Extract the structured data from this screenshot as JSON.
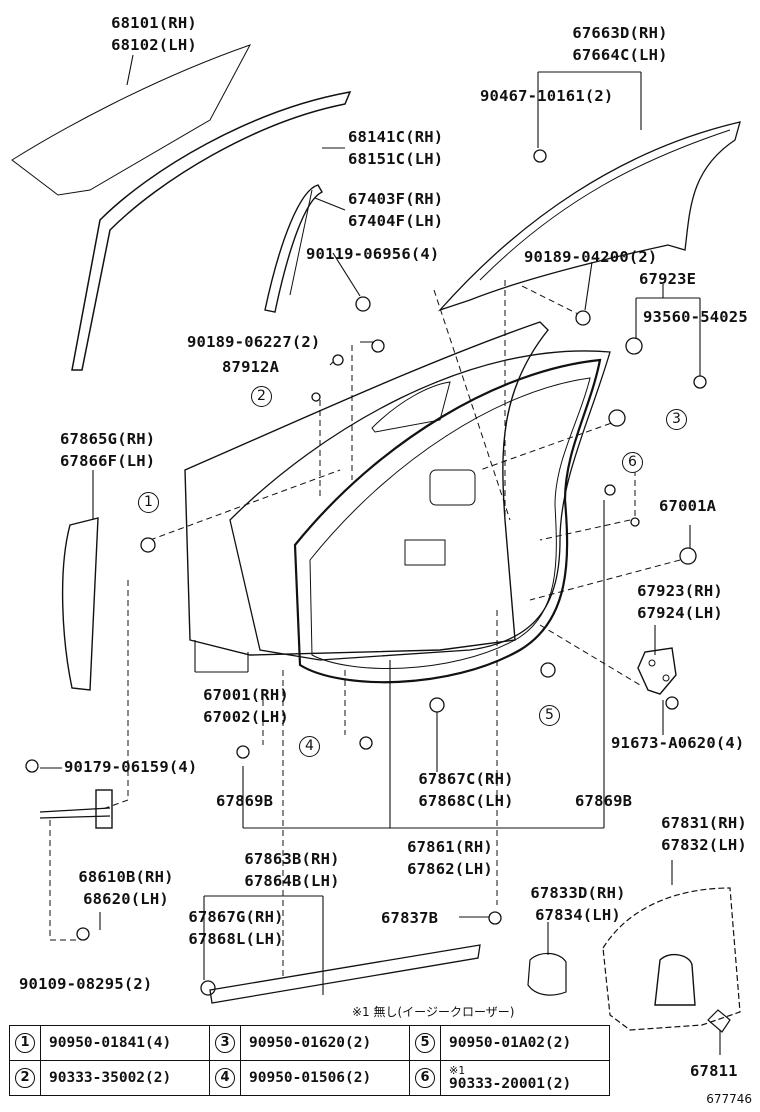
{
  "labels": [
    {
      "id": "front-door-glass",
      "lines": [
        "68101(RH)",
        "68102(LH)"
      ]
    },
    {
      "id": "door-glass-run",
      "lines": [
        "68141C(RH)",
        "68151C(LH)"
      ]
    },
    {
      "id": "door-window-frame-seal",
      "lines": [
        "67403F(RH)",
        "67404F(LH)"
      ]
    },
    {
      "id": "bolt-90119",
      "lines": [
        "90119-06956(4)"
      ]
    },
    {
      "id": "clip-90189-06227",
      "lines": [
        "90189-06227(2)"
      ]
    },
    {
      "id": "part-87912a",
      "lines": [
        "87912A"
      ]
    },
    {
      "id": "door-frame-garnish",
      "lines": [
        "67663D(RH)",
        "67664C(LH)"
      ]
    },
    {
      "id": "screw-90467",
      "lines": [
        "90467-10161(2)"
      ]
    },
    {
      "id": "clip-90189-04200",
      "lines": [
        "90189-04200(2)"
      ]
    },
    {
      "id": "cushion-67923e",
      "lines": [
        "67923E"
      ]
    },
    {
      "id": "screw-93560",
      "lines": [
        "93560-54025"
      ]
    },
    {
      "id": "outer-trim",
      "lines": [
        "67865G(RH)",
        "67866F(LH)"
      ]
    },
    {
      "id": "front-door-panel",
      "lines": [
        "67001(RH)",
        "67002(LH)"
      ]
    },
    {
      "id": "door-check",
      "lines": [
        "67001A"
      ]
    },
    {
      "id": "door-hinge",
      "lines": [
        "67923(RH)",
        "67924(LH)"
      ]
    },
    {
      "id": "bolt-91673",
      "lines": [
        "91673-A0620(4)"
      ]
    },
    {
      "id": "clip-90179",
      "lines": [
        "90179-06159(4)"
      ]
    },
    {
      "id": "weatherstrip-clip-left",
      "lines": [
        "67869B"
      ]
    },
    {
      "id": "weatherstrip-clip-right",
      "lines": [
        "67869B"
      ]
    },
    {
      "id": "weatherstrip-retainer",
      "lines": [
        "67867C(RH)",
        "67868C(LH)"
      ]
    },
    {
      "id": "door-weatherstrip",
      "lines": [
        "67861(RH)",
        "67862(LH)"
      ]
    },
    {
      "id": "door-check-assy",
      "lines": [
        "68610B(RH)",
        "68620(LH)"
      ]
    },
    {
      "id": "lower-moulding",
      "lines": [
        "67863B(RH)",
        "67864B(LH)"
      ]
    },
    {
      "id": "moulding-clip",
      "lines": [
        "67867G(RH)",
        "67868L(LH)"
      ]
    },
    {
      "id": "bolt-90109",
      "lines": [
        "90109-08295(2)"
      ]
    },
    {
      "id": "part-67837b",
      "lines": [
        "67837B"
      ]
    },
    {
      "id": "service-hole-cover",
      "lines": [
        "67833D(RH)",
        "67834(LH)"
      ]
    },
    {
      "id": "door-trim-board",
      "lines": [
        "67831(RH)",
        "67832(LH)"
      ]
    },
    {
      "id": "part-67811",
      "lines": [
        "67811"
      ]
    }
  ],
  "callouts": [
    "1",
    "2",
    "3",
    "4",
    "5",
    "6"
  ],
  "note": "※1 無し(イージークローザー)",
  "legend": [
    [
      {
        "num": "1",
        "part": "90950-01841(4)"
      },
      {
        "num": "3",
        "part": "90950-01620(2)"
      },
      {
        "num": "5",
        "part": "90950-01A02(2)"
      }
    ],
    [
      {
        "num": "2",
        "part": "90333-35002(2)"
      },
      {
        "num": "4",
        "part": "90950-01506(2)"
      },
      {
        "num": "6",
        "part": "90333-20001(2)",
        "star": "※1"
      }
    ]
  ],
  "diagram_id": "677746"
}
